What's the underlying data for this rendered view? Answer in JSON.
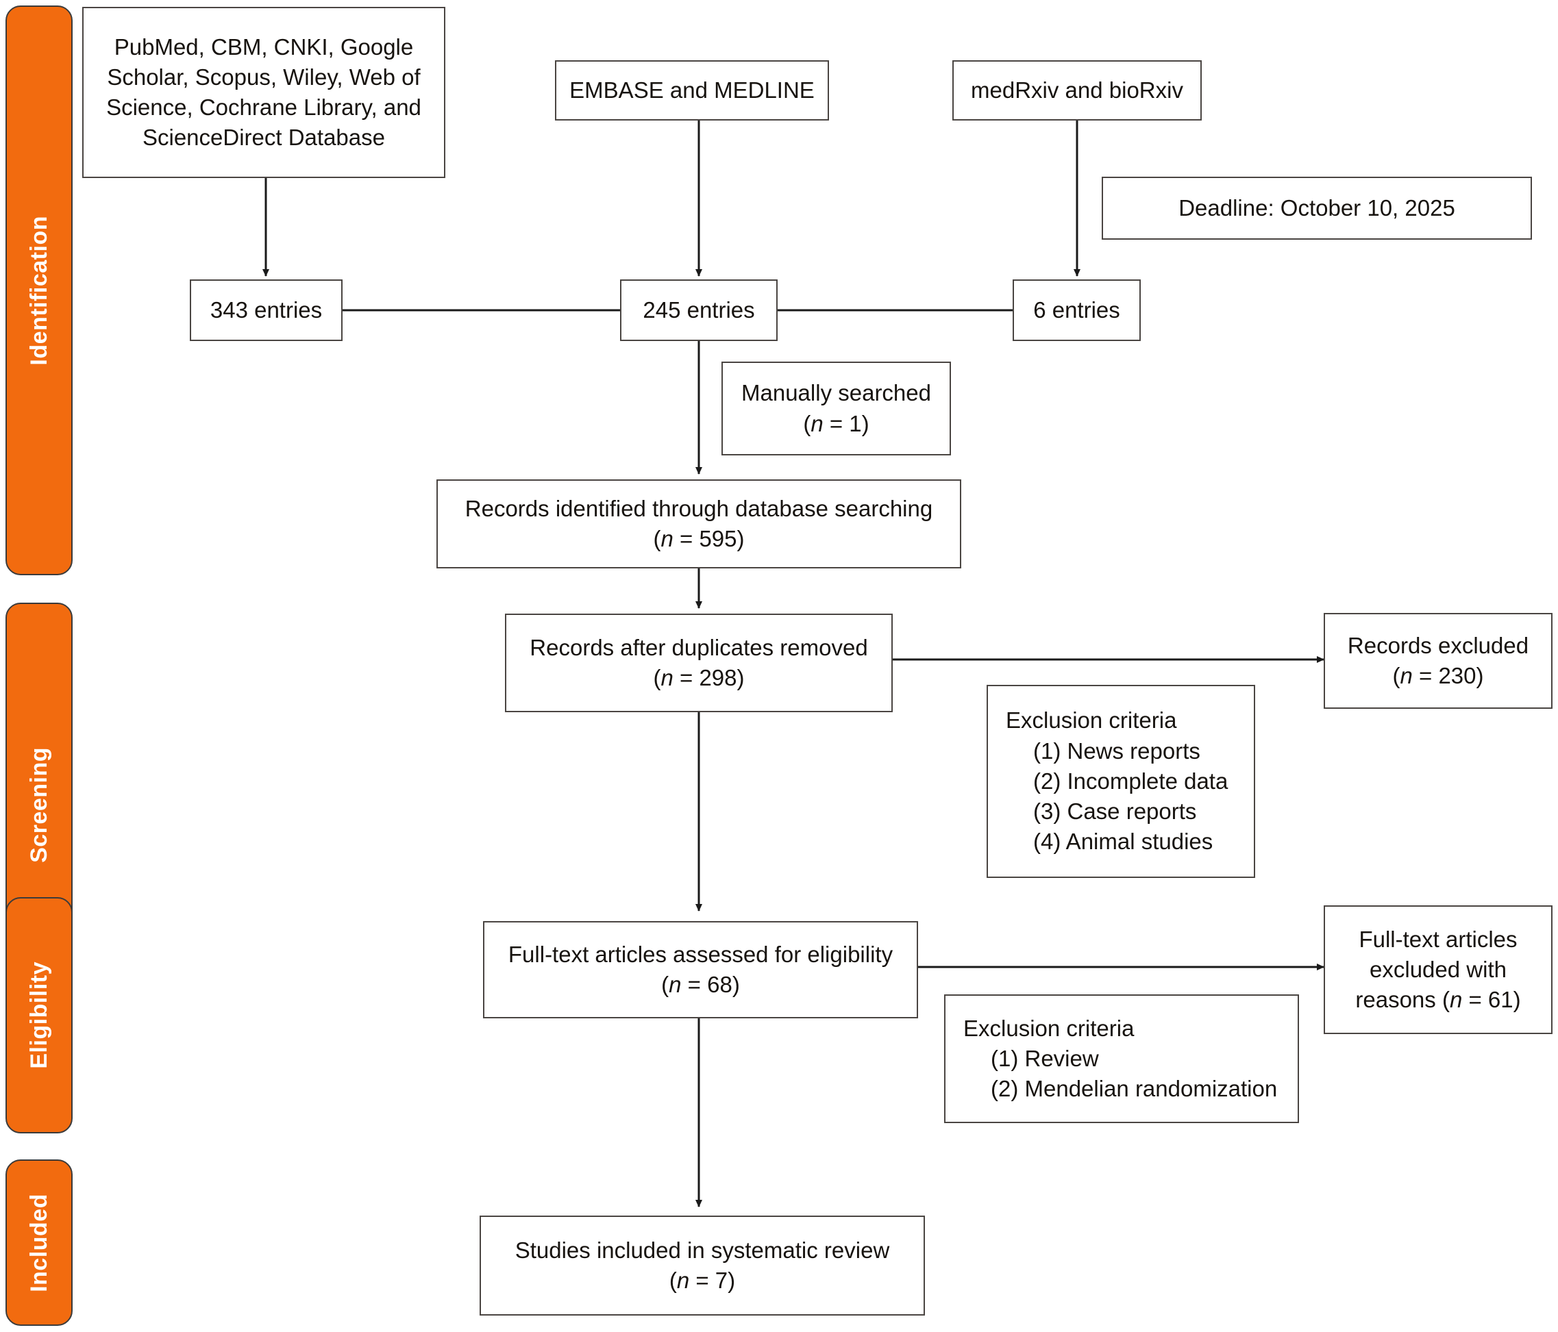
{
  "diagram": {
    "type": "prisma-flow-diagram",
    "accent_color": "#F26B0F",
    "border_color": "#4a4542",
    "background": "#ffffff"
  },
  "stages": [
    {
      "label": "Identification"
    },
    {
      "label": "Screening"
    },
    {
      "label": "Eligibility"
    },
    {
      "label": "Included"
    }
  ],
  "nodes": {
    "source_databases": {
      "text": "PubMed, CBM, CNKI, Google Scholar, Scopus, Wiley, Web of Science, Cochrane Library, and ScienceDirect Database"
    },
    "source_embase": {
      "text": "EMBASE and MEDLINE"
    },
    "source_preprints": {
      "text": "medRxiv and bioRxiv"
    },
    "deadline": {
      "text": "Deadline: October 10, 2025"
    },
    "entries_left": {
      "text": "343 entries"
    },
    "entries_center": {
      "text": "245 entries"
    },
    "entries_right": {
      "text": "6 entries"
    },
    "manually_searched": {
      "line1": "Manually searched",
      "n_prefix": "(",
      "n_symbol": "n",
      "n_value": " = 1)"
    },
    "records_identified": {
      "line1": "Records identified through database searching",
      "n_prefix": "(",
      "n_symbol": "n",
      "n_value": " = 595)"
    },
    "records_after_duplicates": {
      "line1": "Records after duplicates removed",
      "n_prefix": "(",
      "n_symbol": "n",
      "n_value": " = 298)"
    },
    "records_excluded": {
      "line1": "Records excluded",
      "n_prefix": "(",
      "n_symbol": "n",
      "n_value": " = 230)"
    },
    "exclusion_criteria_screening": {
      "title": "Exclusion criteria",
      "items": [
        "(1) News reports",
        "(2) Incomplete data",
        "(3) Case reports",
        "(4) Animal studies"
      ]
    },
    "fulltext_assessed": {
      "line1": "Full-text articles assessed for eligibility",
      "n_prefix": "(",
      "n_symbol": "n",
      "n_value": " = 68)"
    },
    "fulltext_excluded": {
      "line1": "Full-text articles",
      "line2": "excluded with",
      "line3_prefix": "reasons (",
      "n_symbol": "n",
      "n_value": " = 61)"
    },
    "exclusion_criteria_eligibility": {
      "title": "Exclusion criteria",
      "items": [
        "(1) Review",
        "(2) Mendelian randomization"
      ]
    },
    "studies_included": {
      "line1": "Studies included in systematic review",
      "n_prefix": "(",
      "n_symbol": "n",
      "n_value": " = 7)"
    }
  }
}
